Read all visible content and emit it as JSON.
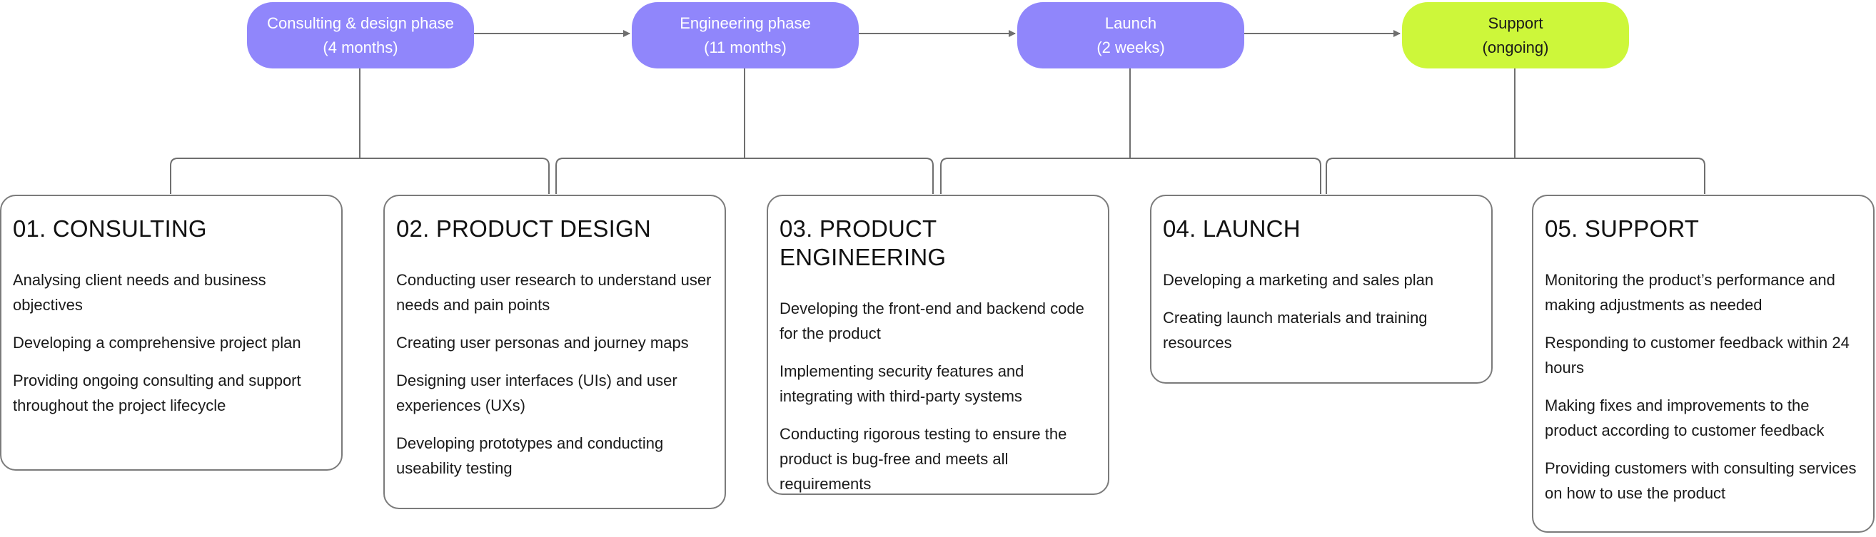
{
  "phases": [
    {
      "name": "Consulting & design phase",
      "duration": "(4 months)",
      "color": "#9086fb"
    },
    {
      "name": "Engineering phase",
      "duration": "(11 months)",
      "color": "#9086fb"
    },
    {
      "name": "Launch",
      "duration": "(2 weeks)",
      "color": "#9086fb"
    },
    {
      "name": "Support",
      "duration": "(ongoing)",
      "color": "#cdf73a"
    }
  ],
  "stages": [
    {
      "title": "01. CONSULTING",
      "items": [
        "Analysing client needs and business objectives",
        "Developing a comprehensive project plan",
        "Providing ongoing consulting and support throughout the project lifecycle"
      ]
    },
    {
      "title": "02. PRODUCT DESIGN",
      "items": [
        "Conducting user research to understand user needs and pain points",
        "Creating user personas and journey maps",
        "Designing user interfaces (UIs) and user experiences (UXs)",
        "Developing prototypes and conducting useability testing"
      ]
    },
    {
      "title": "03. PRODUCT ENGINEERING",
      "items": [
        "Developing the front-end and backend code for the product",
        "Implementing security features and integrating with third-party systems",
        "Conducting rigorous testing to ensure the product is bug-free and meets all requirements"
      ]
    },
    {
      "title": "04. LAUNCH",
      "items": [
        "Developing a marketing and sales plan",
        "Creating launch materials and training resources"
      ]
    },
    {
      "title": "05. SUPPORT",
      "items": [
        "Monitoring the product’s performance and making adjustments as needed",
        "Responding to customer feedback within 24 hours",
        "Making fixes and improvements to the product according to customer feedback",
        "Providing customers with consulting services on how to use the product"
      ]
    }
  ],
  "colors": {
    "phase_purple": "#9086fb",
    "phase_lime": "#cdf73a",
    "connector": "#6f6f6f",
    "card_border": "#7b7b7b"
  }
}
